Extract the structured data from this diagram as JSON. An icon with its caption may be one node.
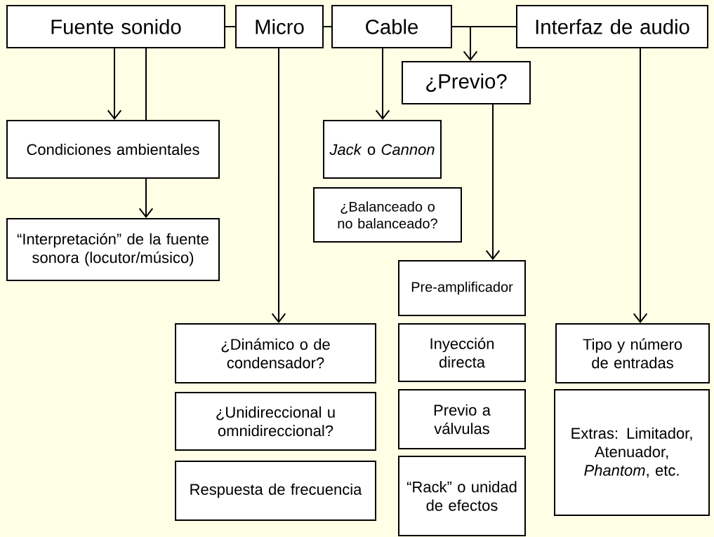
{
  "diagram": {
    "nodes": [
      {
        "text": [
          "Fuente sonido"
        ]
      },
      {
        "text": [
          "Micro"
        ]
      },
      {
        "text": [
          "Cable"
        ]
      },
      {
        "text": [
          "Interfaz de audio"
        ]
      },
      {
        "text": [
          "¿Previo?"
        ]
      },
      {
        "text": [
          "Condiciones ambientales"
        ]
      },
      {
        "text": [
          "“Interpretación” de la fuente sonora (locutor/músico)"
        ]
      },
      {
        "text": [
          "*Jack* o *Cannon*"
        ]
      },
      {
        "text": [
          "¿Balanceado o no balanceado?"
        ]
      },
      {
        "text": [
          "Pre-amplificador"
        ]
      },
      {
        "text": [
          "¿Dinámico o de condensador?"
        ]
      },
      {
        "text": [
          "¿Unidireccional u omnidireccional?"
        ]
      },
      {
        "text": [
          "Respuesta de frecuencia"
        ]
      },
      {
        "text": [
          "Inyección directa"
        ]
      },
      {
        "text": [
          "Previo a válvulas"
        ]
      },
      {
        "text": [
          "“Rack” o unidad de efectos"
        ]
      },
      {
        "text": [
          "Tipo y número de entradas"
        ]
      },
      {
        "text": [
          "Extras: Limitador, Atenuador, *Phantom*, etc."
        ]
      }
    ],
    "edges": [
      {
        "from": 0,
        "to": 1,
        "arrow": "none"
      },
      {
        "from": 1,
        "to": 2,
        "arrow": "none"
      },
      {
        "from": 2,
        "to": 3,
        "arrow": "none"
      },
      {
        "from": 2,
        "to": 4,
        "arrow": "to"
      },
      {
        "from": 0,
        "to": 5,
        "arrow": "to"
      },
      {
        "from": 0,
        "to": 5,
        "arrow": "none"
      },
      {
        "from": 5,
        "to": 6,
        "arrow": "to"
      },
      {
        "from": 1,
        "to": 10,
        "arrow": "to"
      },
      {
        "from": 2,
        "to": 7,
        "arrow": "to"
      },
      {
        "from": 4,
        "to": 9,
        "arrow": "to"
      },
      {
        "from": 3,
        "to": 16,
        "arrow": "to"
      }
    ]
  }
}
